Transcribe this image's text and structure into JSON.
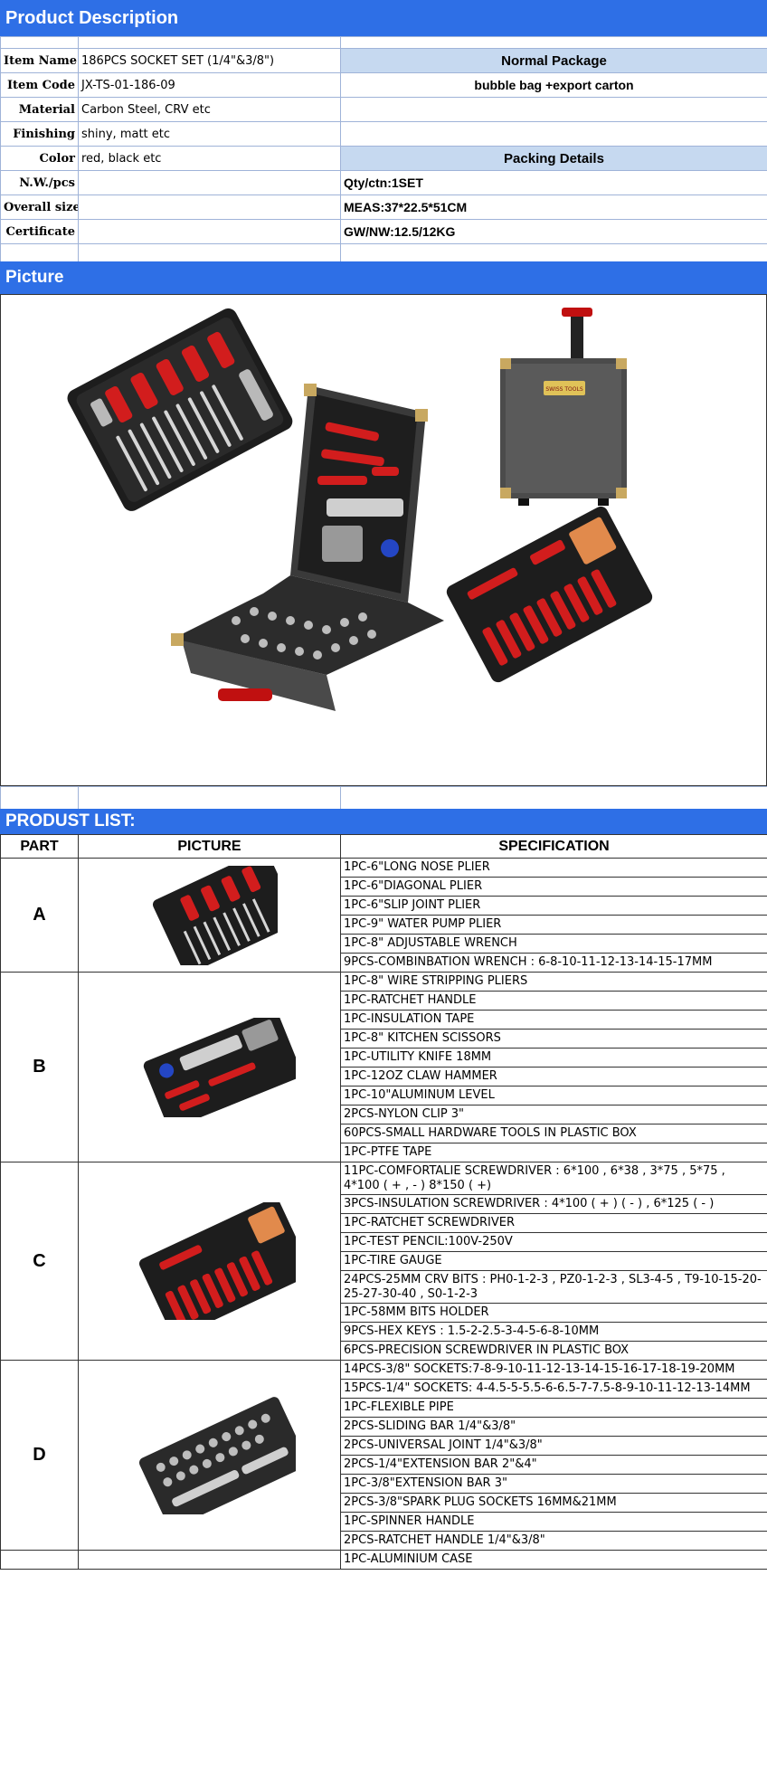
{
  "section_titles": {
    "description": "Product Description",
    "picture": "Picture",
    "product_list": "PRODUST LIST:"
  },
  "details": [
    {
      "label": "Item Name",
      "value": "186PCS SOCKET SET  (1/4\"&3/8\")",
      "right": "Normal Package",
      "right_style": "pk"
    },
    {
      "label": "Item Code",
      "value": "JX-TS-01-186-09",
      "right": "bubble bag  +export carton",
      "right_style": "bold"
    },
    {
      "label": "Material",
      "value": "Carbon Steel, CRV etc",
      "right": "",
      "right_style": ""
    },
    {
      "label": "Finishing",
      "value": "shiny, matt etc",
      "right": "",
      "right_style": ""
    },
    {
      "label": "Color",
      "value": "red, black etc",
      "right": "Packing Details",
      "right_style": "pk"
    },
    {
      "label": "N.W./pcs",
      "value": "",
      "right": "Qty/ctn:1SET",
      "right_style": "boldl"
    },
    {
      "label": "Overall size",
      "value": "",
      "right": "MEAS:37*22.5*51CM",
      "right_style": "boldl"
    },
    {
      "label": "Certificate",
      "value": "",
      "right": "GW/NW:12.5/12KG",
      "right_style": "boldl"
    }
  ],
  "product_list": {
    "headers": {
      "part": "PART",
      "picture": "PICTURE",
      "spec": "SPECIFICATION"
    },
    "groups": [
      {
        "part": "A",
        "specs": [
          "1PC-6\"LONG NOSE PLIER",
          "1PC-6\"DIAGONAL PLIER",
          "1PC-6\"SLIP JOINT PLIER",
          "1PC-9\" WATER PUMP PLIER",
          "1PC-8\" ADJUSTABLE WRENCH",
          "9PCS-COMBINBATION WRENCH : 6-8-10-11-12-13-14-15-17MM"
        ]
      },
      {
        "part": "B",
        "specs": [
          "1PC-8\" WIRE STRIPPING PLIERS",
          "1PC-RATCHET HANDLE",
          "1PC-INSULATION TAPE",
          "1PC-8\" KITCHEN SCISSORS",
          "1PC-UTILITY KNIFE 18MM",
          "1PC-12OZ CLAW HAMMER",
          "1PC-10\"ALUMINUM LEVEL",
          "2PCS-NYLON CLIP 3\"",
          "60PCS-SMALL HARDWARE TOOLS IN PLASTIC BOX",
          "1PC-PTFE TAPE"
        ]
      },
      {
        "part": "C",
        "specs": [
          "11PC-COMFORTALIE SCREWDRIVER : 6*100 , 6*38 , 3*75 , 5*75 , 4*100 ( + , - ) 8*150 ( +)",
          "3PCS-INSULATION SCREWDRIVER : 4*100 ( + )  ( - )  , 6*125 ( - )",
          "1PC-RATCHET SCREWDRIVER",
          "1PC-TEST PENCIL:100V-250V",
          "1PC-TIRE GAUGE",
          "24PCS-25MM CRV BITS  : PH0-1-2-3 , PZ0-1-2-3 , SL3-4-5 , T9-10-15-20-25-27-30-40 , S0-1-2-3",
          "1PC-58MM BITS HOLDER",
          "9PCS-HEX KEYS : 1.5-2-2.5-3-4-5-6-8-10MM",
          "6PCS-PRECISION SCREWDRIVER IN PLASTIC BOX"
        ]
      },
      {
        "part": "D",
        "specs": [
          "14PCS-3/8\" SOCKETS:7-8-9-10-11-12-13-14-15-16-17-18-19-20MM",
          "15PCS-1/4\" SOCKETS: 4-4.5-5-5.5-6-6.5-7-7.5-8-9-10-11-12-13-14MM",
          "1PC-FLEXIBLE PIPE",
          "2PCS-SLIDING BAR 1/4\"&3/8\"",
          "2PCS-UNIVERSAL JOINT 1/4\"&3/8\"",
          "2PCS-1/4\"EXTENSION BAR 2\"&4\"",
          "1PC-3/8\"EXTENSION BAR 3\"",
          "2PCS-3/8\"SPARK PLUG SOCKETS 16MM&21MM",
          "1PC-SPINNER HANDLE",
          "2PCS-RATCHET HANDLE 1/4\"&3/8\""
        ]
      }
    ],
    "last_row": "1PC-ALUMINIUM CASE"
  },
  "brand_plate": "SWISS TOOLS",
  "colors": {
    "header_blue": "#2e6fe6",
    "pack_bg": "#c6d9f0",
    "grid": "#9fb3d8"
  }
}
